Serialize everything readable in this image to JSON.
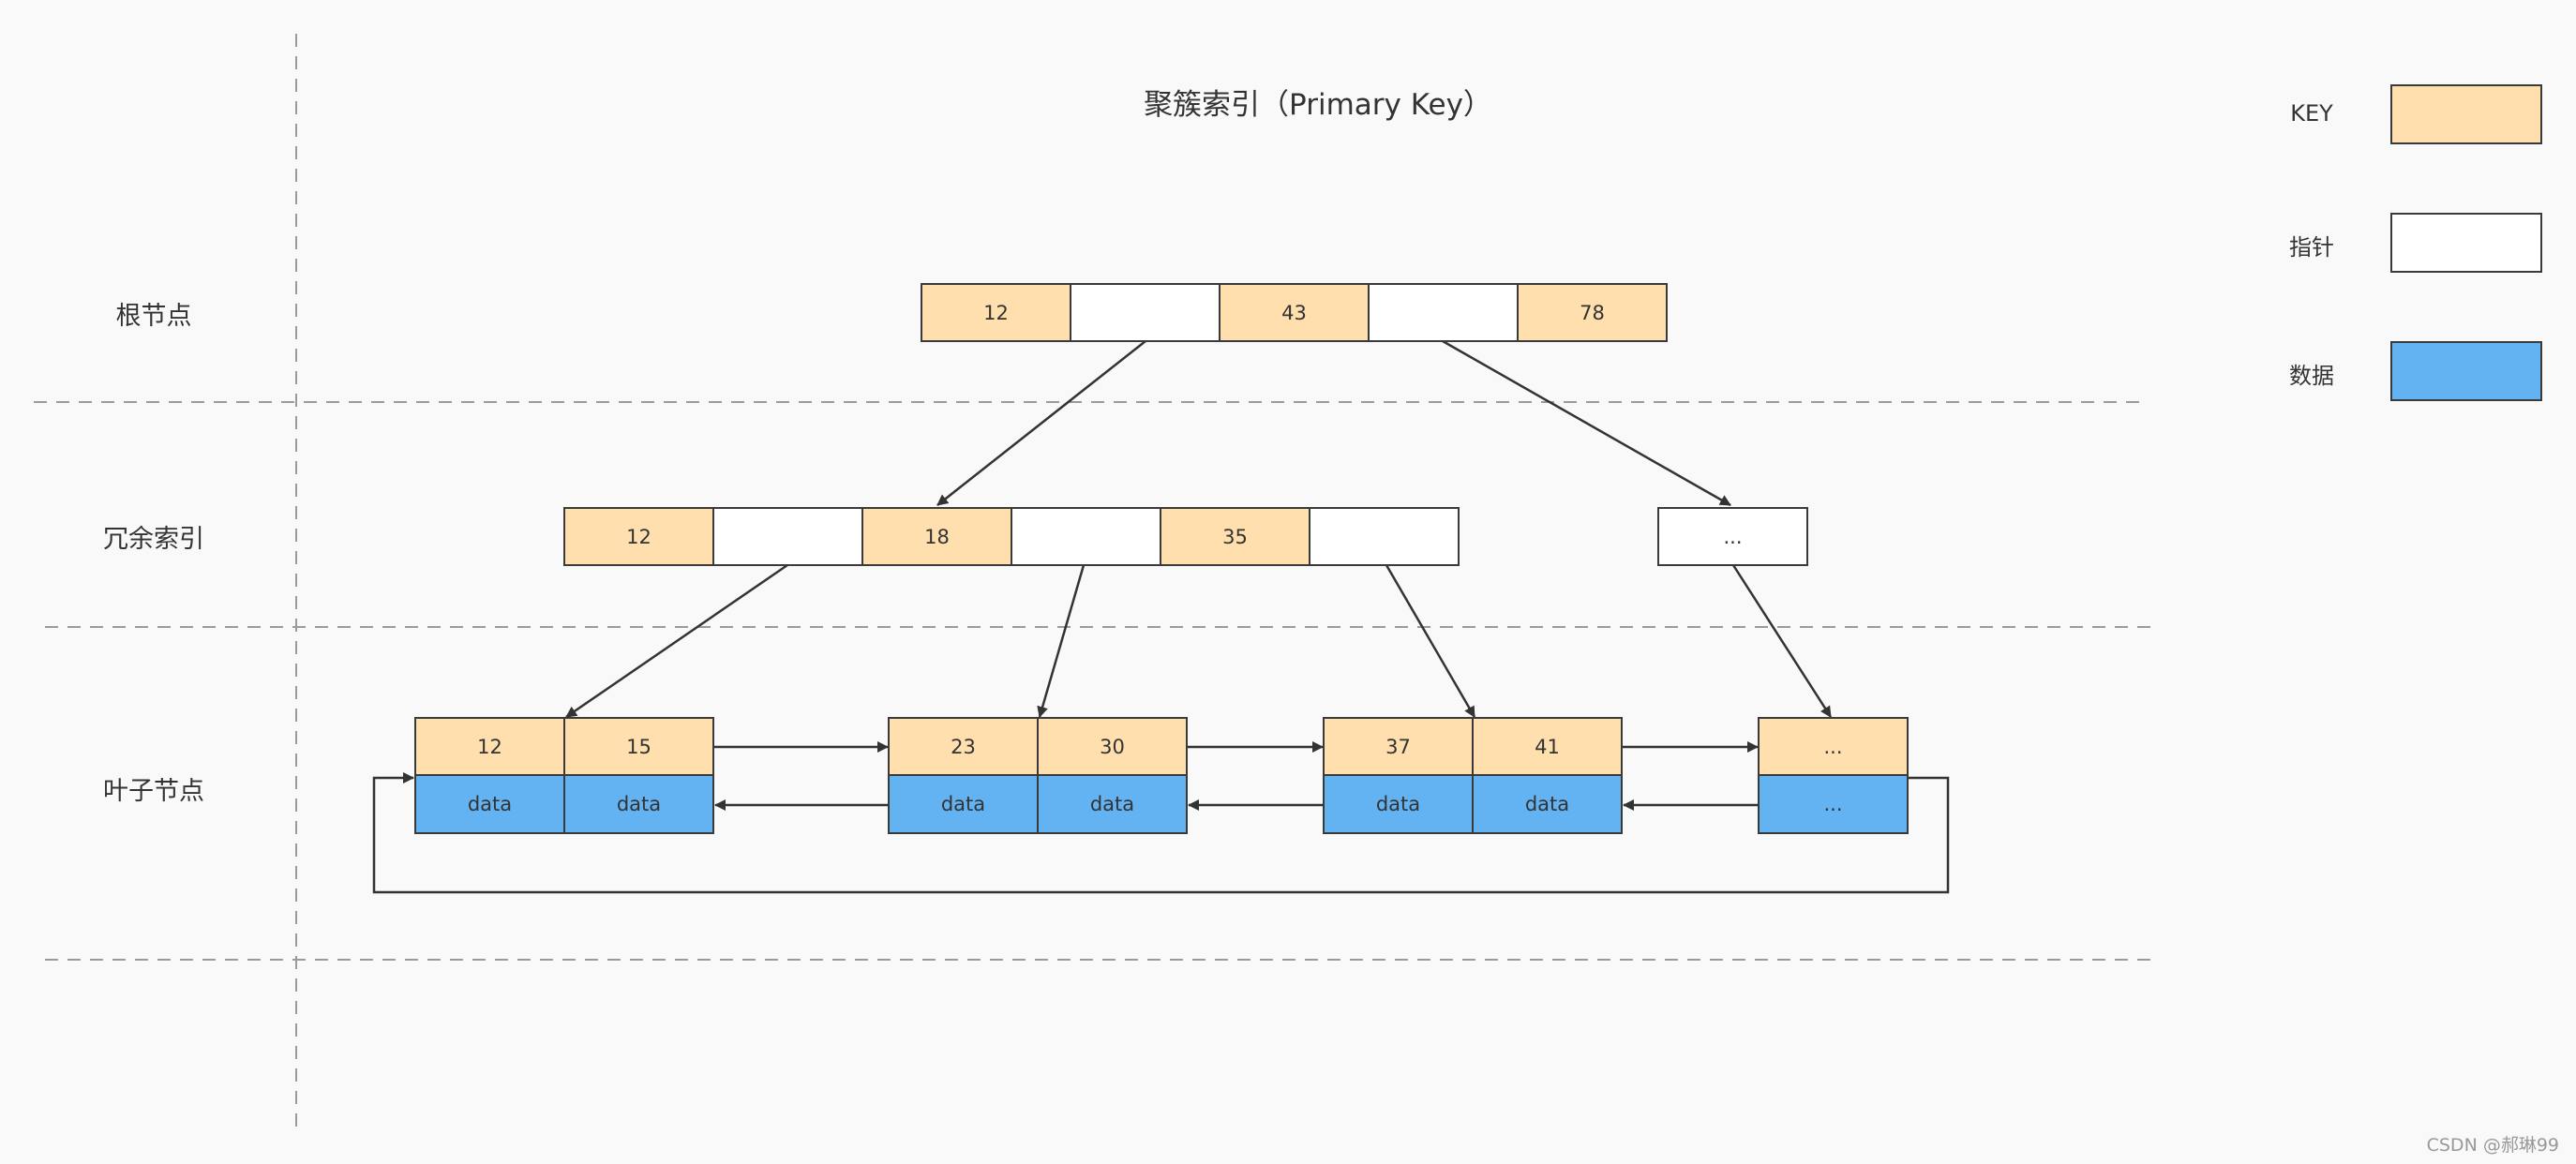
{
  "title": "聚簇索引（Primary Key）",
  "row_labels": {
    "root": "根节点",
    "redundant": "冗余索引",
    "leaf": "叶子节点"
  },
  "legend": {
    "key": "KEY",
    "pointer": "指针",
    "data": "数据"
  },
  "colors": {
    "key": "#ffdfae",
    "pointer": "#ffffff",
    "data": "#63b3f3",
    "stroke": "#3a3a3a",
    "dashed": "#9a9a9a"
  },
  "root_node": [
    "12",
    "",
    "43",
    "",
    "78"
  ],
  "redundant_node": [
    "12",
    "",
    "18",
    "",
    "35",
    ""
  ],
  "redundant_other": "...",
  "leaves": [
    {
      "keys": [
        "12",
        "15"
      ],
      "data": [
        "data",
        "data"
      ]
    },
    {
      "keys": [
        "23",
        "30"
      ],
      "data": [
        "data",
        "data"
      ]
    },
    {
      "keys": [
        "37",
        "41"
      ],
      "data": [
        "data",
        "data"
      ]
    },
    {
      "keys": [
        "..."
      ],
      "data": [
        "..."
      ]
    }
  ],
  "watermark": "CSDN @郝琳99"
}
